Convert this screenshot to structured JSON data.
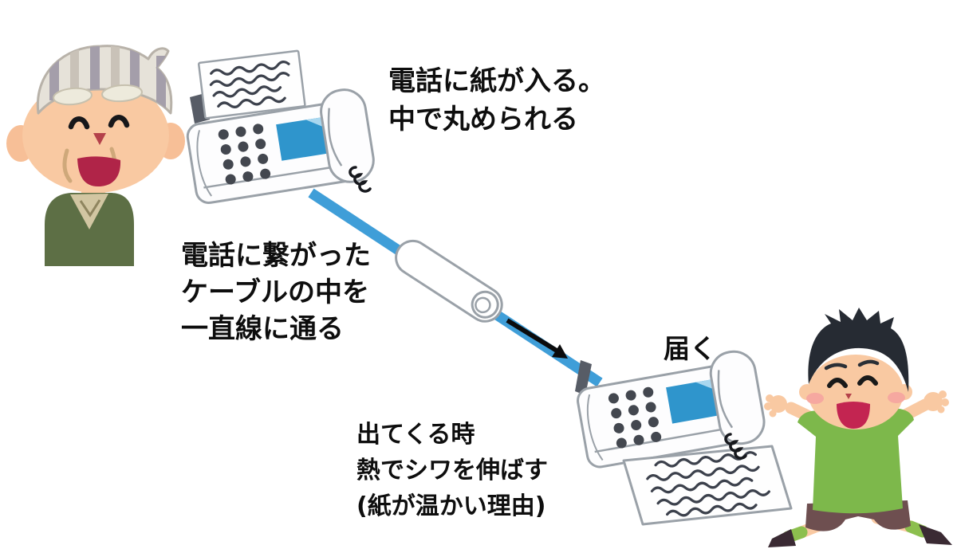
{
  "annotations": {
    "step1": {
      "lines": [
        "電話に紙が入る。",
        "中で丸められる"
      ]
    },
    "step2": {
      "lines": [
        "電話に繋がった",
        "ケーブルの中を",
        "一直線に通る"
      ]
    },
    "step3": {
      "label": "届く"
    },
    "step4": {
      "lines": [
        "出てくる時",
        "熱でシワを伸ばす",
        "(紙が温かい理由)"
      ]
    }
  },
  "figures": {
    "old_man": "old-man-smiling",
    "fax_sender": "fax-machine-sending",
    "fax_receiver": "fax-machine-receiving",
    "cable": "telephone-cable",
    "rolled_paper": "rolled-paper-traveling-in-cable",
    "arrow": "direction-arrow",
    "boy": "happy-boy-jumping"
  },
  "colors": {
    "background": "#ffffff",
    "cable": "#3f9ed8",
    "screen": "#2f95cc",
    "screen_highlight": "#a9d7ef",
    "keypad": "#43474f",
    "outline": "#9aa1a8",
    "paper_lines": "#3c414c",
    "arrow": "#0b0b0c",
    "text": "#0e0e0e",
    "skin": "#f9c9a2",
    "old_man_sweater": "#5d6f45",
    "old_man_hair_base": "#e6e2d9",
    "old_man_hair_stripe": "#a49eaa",
    "boy_hair": "#262b33",
    "boy_shirt": "#7db84b",
    "boy_shorts": "#6e4f50",
    "boy_socks": "#8cbf4e",
    "mouth": "#b02448"
  }
}
